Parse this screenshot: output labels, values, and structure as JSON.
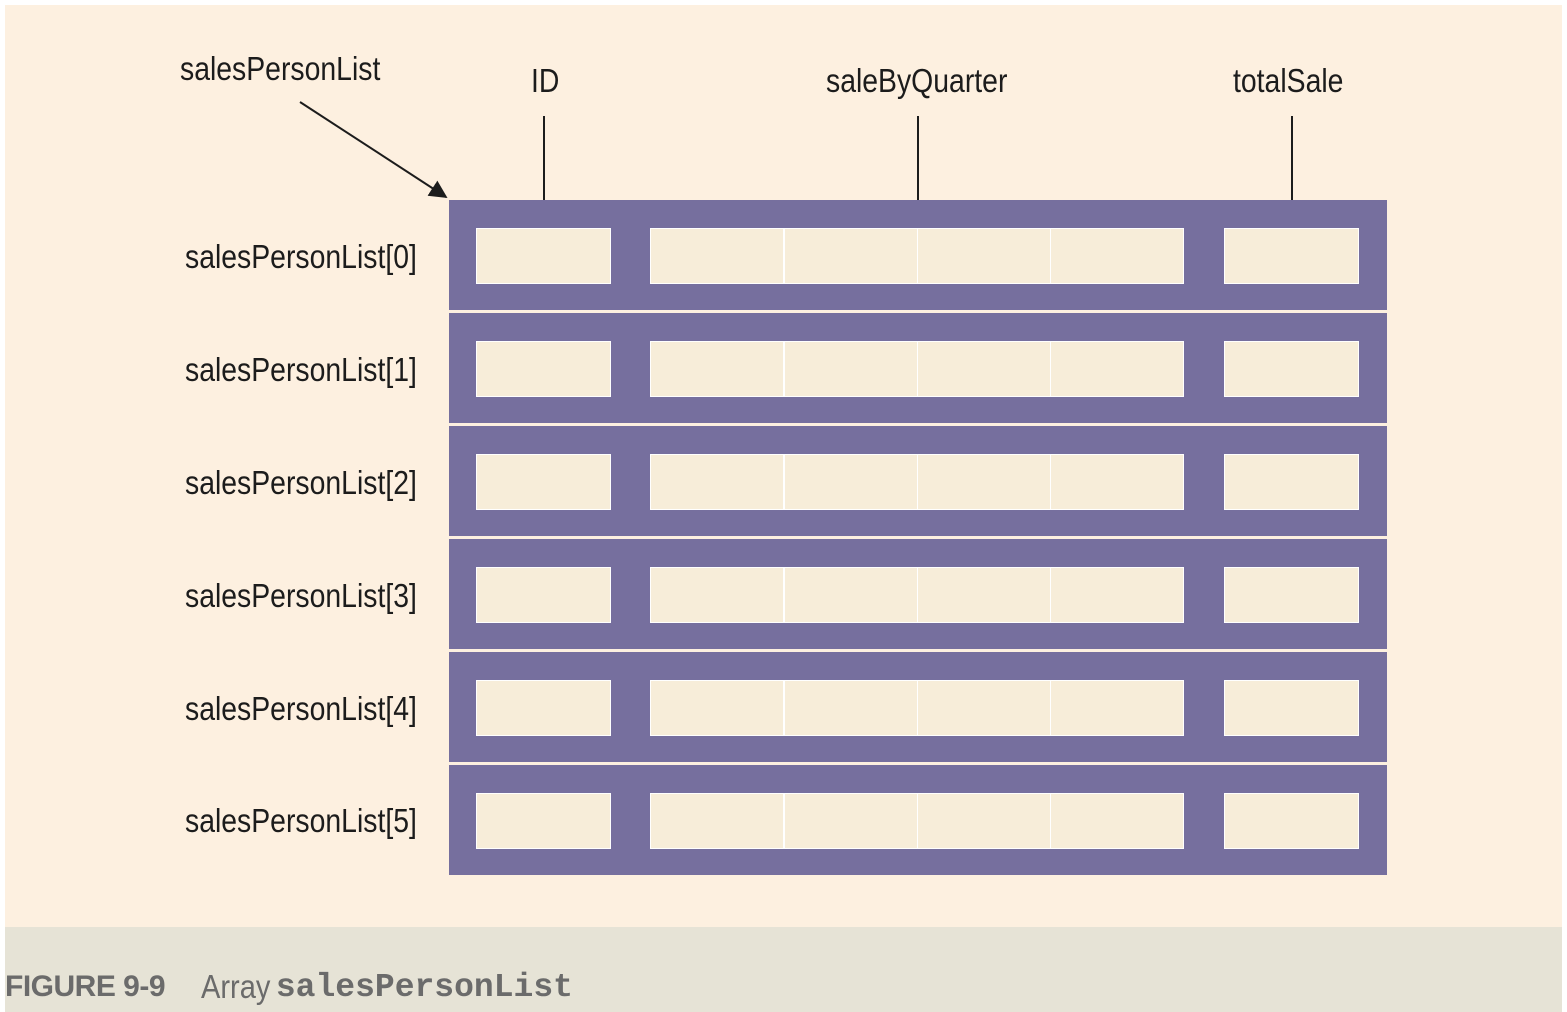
{
  "diagram": {
    "pointer_label": "salesPersonList",
    "fields": {
      "id": "ID",
      "sale_by_quarter": "saleByQuarter",
      "total_sale": "totalSale"
    },
    "rows": [
      "salesPersonList[0]",
      "salesPersonList[1]",
      "salesPersonList[2]",
      "salesPersonList[3]",
      "salesPersonList[4]",
      "salesPersonList[5]"
    ],
    "quarter_cells_per_row": 4
  },
  "caption": {
    "figure_number": "FIGURE 9-9",
    "text": "Array",
    "code": "salesPersonList"
  },
  "colors": {
    "background": "#fdf0e0",
    "struct_fill": "#766f9e",
    "cell_fill": "#f7edd9",
    "caption_bar": "#e6e3d6"
  }
}
